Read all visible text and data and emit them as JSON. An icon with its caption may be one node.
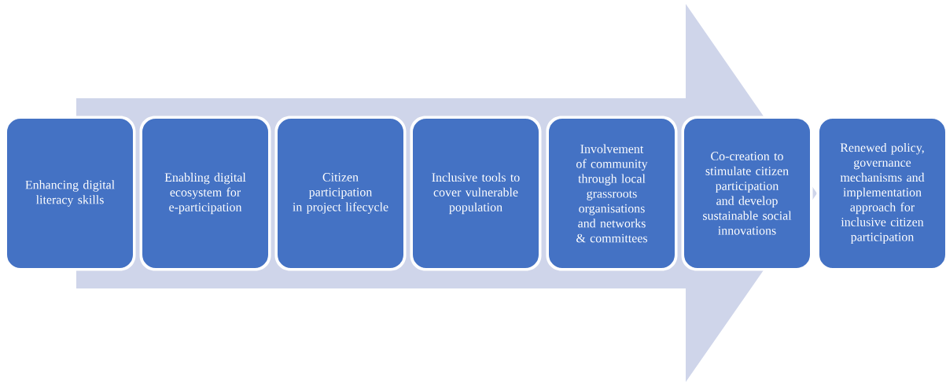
{
  "diagram": {
    "nodes": [
      {
        "text": [
          "Enhancing digital literacy skills"
        ]
      },
      {
        "text": [
          "Enabling digital ecosystem for e-participation"
        ]
      },
      {
        "text": [
          "Citizen participation in project lifecycle"
        ]
      },
      {
        "text": [
          "Inclusive tools to cover vulnerable population"
        ]
      },
      {
        "text": [
          "Involvement of community through local grassroots organisations and networks & committees"
        ]
      },
      {
        "text": [
          "Co-creation to stimulate citizen participation and develop sustainable social innovations"
        ]
      },
      {
        "text": [
          "Renewed policy, governance mechanisms and implementation approach for inclusive citizen participation"
        ]
      }
    ],
    "edges": [
      {
        "from": 0,
        "to": 6,
        "arrow": "to"
      }
    ]
  }
}
